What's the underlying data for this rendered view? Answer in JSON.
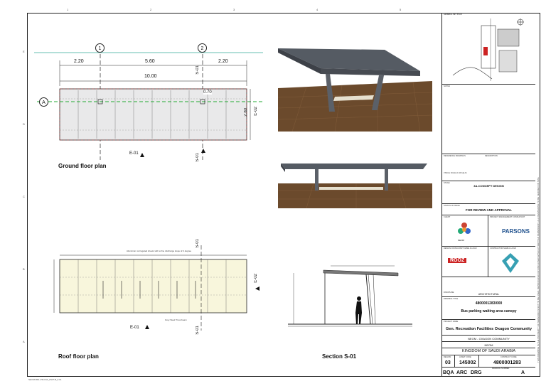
{
  "drawing": {
    "col_numbers": [
      "1",
      "2",
      "3",
      "4",
      "5"
    ],
    "row_letters": [
      "E",
      "D",
      "C",
      "B",
      "A"
    ],
    "plans": {
      "ground_title": "Ground floor plan",
      "roof_title": "Roof floor plan",
      "section_title": "Section S-01"
    },
    "dims": {
      "d220a": "2.20",
      "d560": "5.60",
      "d220b": "2.20",
      "d1000": "10.00",
      "d070": "0.70",
      "d280": "2.80"
    },
    "axes": {
      "a1": "1",
      "a2": "2",
      "aA": "A"
    },
    "markers": {
      "s01_top": "S-01",
      "s01_bottom": "S-01",
      "e01": "E-01",
      "e02": "E-02",
      "roof_s01_top": "S-01",
      "roof_s01_bottom": "S-01",
      "roof_e01": "E-01",
      "roof_e02": "E-02"
    },
    "notes": {
      "roof_note_top": "Aluminium corrugated sheets with a fine discharge slope of 2 degree",
      "roof_note_bottom": "Grey Steel Truss beam",
      "footer_code": "NEOM-BRL-PRJ-DA_DWT-B_0.01"
    }
  },
  "title_block": {
    "key_plan_label": "GENERAL KEY PLAN",
    "notes_label": "NOTES",
    "ref_drawings_label": "REFERENCE DRAWINGS",
    "description_label": "DESCRIPTION",
    "visual_scale": "VISUAL SCALE 1:100 @ A1",
    "stage_label": "STAGE",
    "stage_value": "3A-CONCEPT DESIGN",
    "status_label": "STATUS OF ISSUE",
    "status_value": "FOR REVIEW AND APPROVAL",
    "client_label": "CLIENT",
    "client_name": "NEOM",
    "pmc_label": "PROJECT MANAGEMENT CONSULTANT",
    "pmc_name": "PARSONS",
    "designer_label": "DESIGN CONSULTANT NAME & LOGO",
    "designer_name": "ROOZ",
    "contractor_label": "CONTRACTOR NAME & LOGO",
    "discipline_label": "DISCIPLINE",
    "discipline_value": "ARCHITECTURAL",
    "drawing_title_label": "DRAWING TITLE",
    "drawing_number_top": "4800001283/000",
    "drawing_title": "Bus parking waiting area canopy",
    "project_label": "PROJECT NAME",
    "project_name": "Gen. Recreation Facilities Oxagon Community",
    "community": "NEOM - OXAGON COMMUNITY",
    "region": "NEOM",
    "kingdom": "KINGDOM OF SAUDI ARABIA",
    "region_code_label": "REGION",
    "asset_code_label": "ASSET CODE",
    "contract_code_label": "CONTRACT CODE",
    "region_code": "03",
    "asset_code": "145002",
    "contract_code": "4800001283",
    "drawing_number_label": "DRAWING NUMBER",
    "originator": "BQA",
    "discipline_code": "ARC",
    "type_code": "DRG",
    "revision": "A"
  },
  "side_text": "THIS DRAWING IS THE PROPERTY OF NEOM AND IS NOT TO BE USED, REPRODUCED OR DISCLOSED WITHOUT WRITTEN PERMISSION. ALL DIMENSIONS TO BE VERIFIED ON SITE."
}
